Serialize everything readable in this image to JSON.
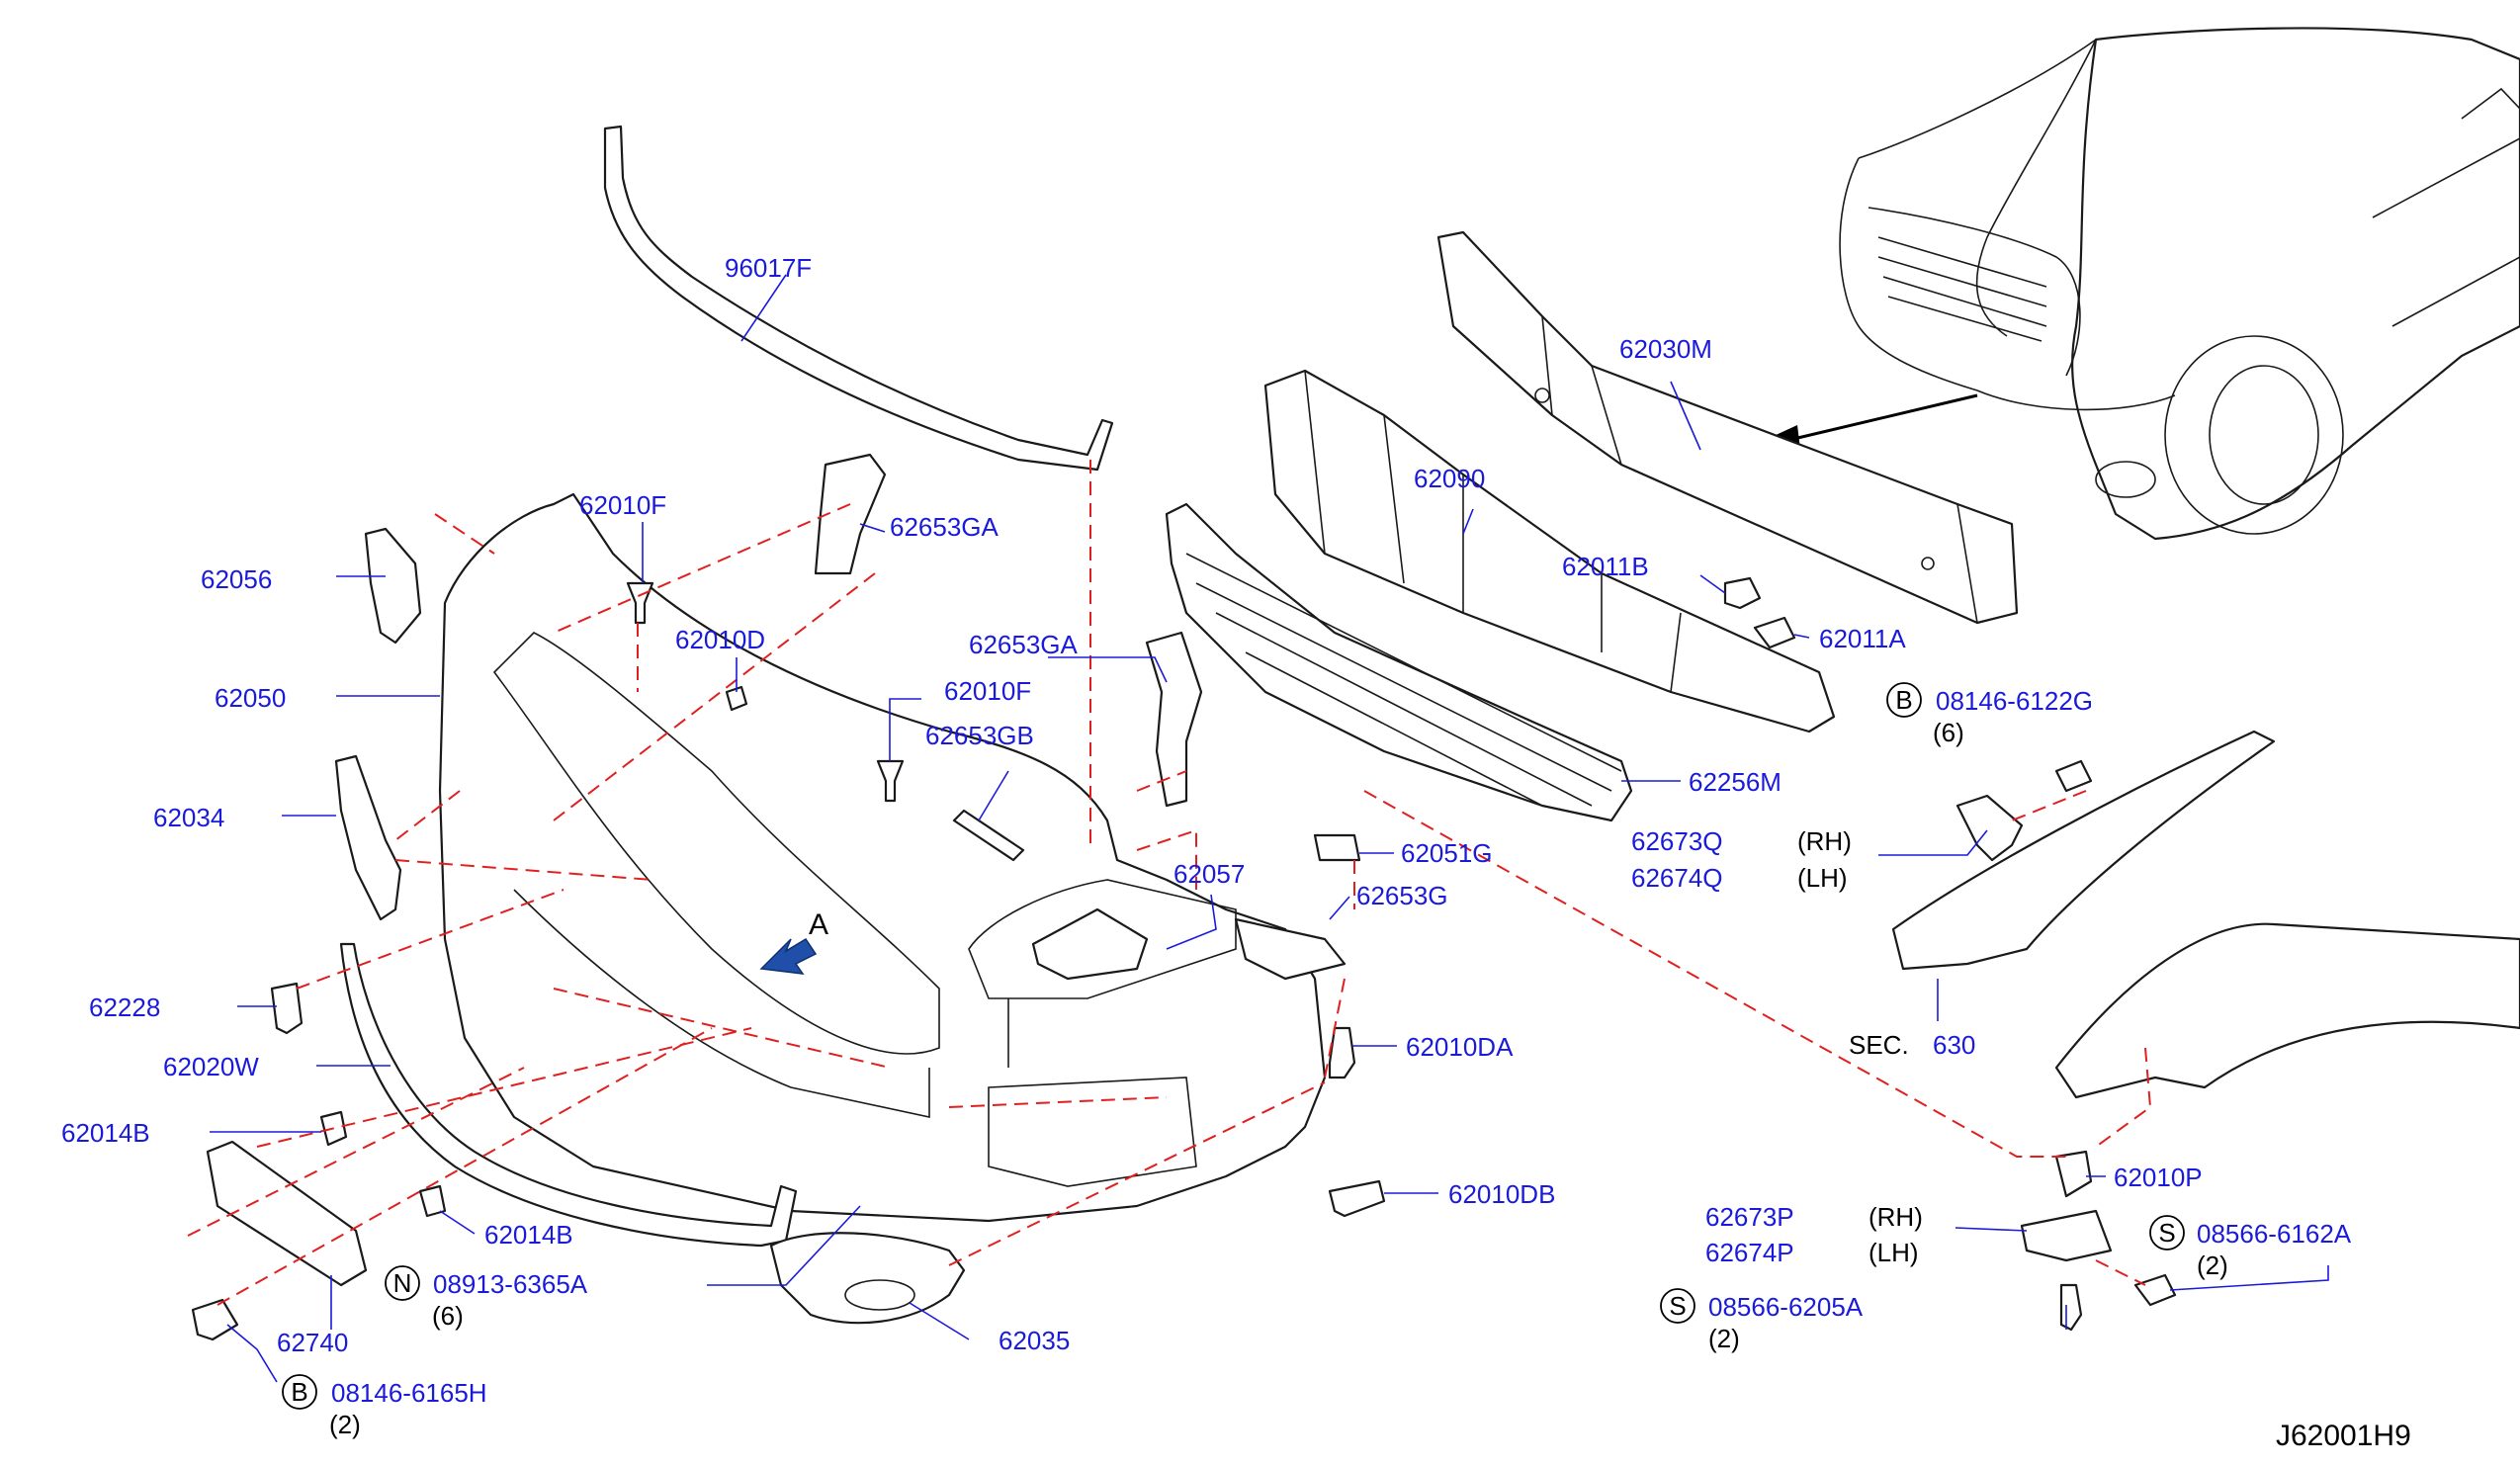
{
  "diagram_code": "J62001H9",
  "parts": {
    "p96017F": "96017F",
    "p62030M": "62030M",
    "p62090": "62090",
    "p62010F_a": "62010F",
    "p62653GA_a": "62653GA",
    "p62056": "62056",
    "p62011B": "62011B",
    "p62011A": "62011A",
    "p62010D": "62010D",
    "p62050": "62050",
    "p62653GA_b": "62653GA",
    "p62010F_b": "62010F",
    "p62653GB": "62653GB",
    "p62034": "62034",
    "p62256M": "62256M",
    "p62673Q": "62673Q",
    "p62674Q": "62674Q",
    "p62051G": "62051G",
    "p62057": "62057",
    "p62653G": "62653G",
    "p62228": "62228",
    "p62020W": "62020W",
    "p62010DA": "62010DA",
    "p62014B_a": "62014B",
    "p62010DB": "62010DB",
    "p62014B_b": "62014B",
    "p62740": "62740",
    "p62035": "62035",
    "p62010P": "62010P",
    "p62673P": "62673P",
    "p62674P": "62674P",
    "sec_label": "SEC.",
    "sec_num": "630",
    "view_a": "A"
  },
  "sides": {
    "rh_q": "(RH)",
    "lh_q": "(LH)",
    "rh_p": "(RH)",
    "lh_p": "(LH)"
  },
  "fasteners": {
    "f1": {
      "prefix": "B",
      "number": "08146-6122G",
      "qty": "(6)"
    },
    "f2": {
      "prefix": "N",
      "number": "08913-6365A",
      "qty": "(6)"
    },
    "f3": {
      "prefix": "B",
      "number": "08146-6165H",
      "qty": "(2)"
    },
    "f4": {
      "prefix": "S",
      "number": "08566-6162A",
      "qty": "(2)"
    },
    "f5": {
      "prefix": "S",
      "number": "08566-6205A",
      "qty": "(2)"
    }
  },
  "colors": {
    "label": "#1a1adb",
    "dash": "#e02020",
    "arrow": "#1f4fa8"
  }
}
